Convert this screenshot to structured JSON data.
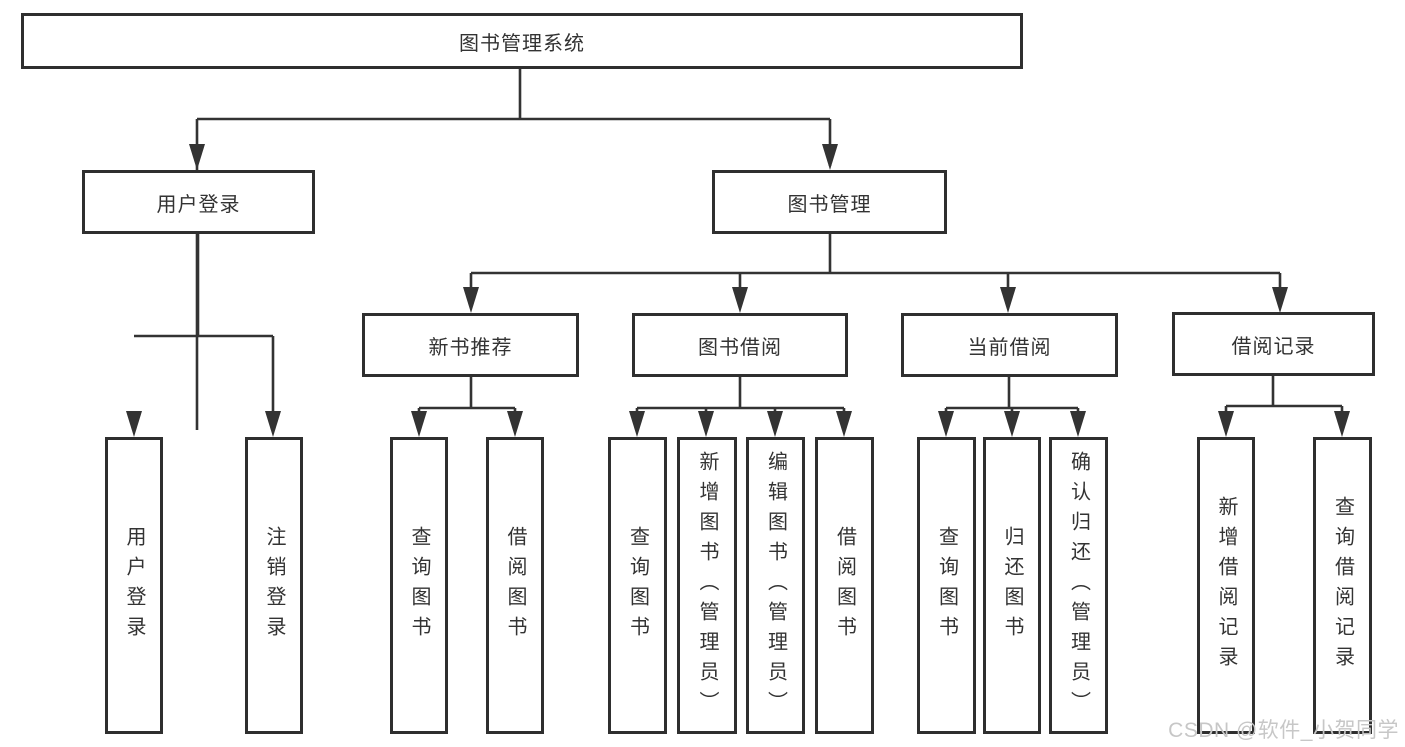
{
  "colors": {
    "line": "#333333",
    "box_border": "#2f2f2f",
    "text": "#333333",
    "watermark": "#c7c7c7",
    "background": "#ffffff"
  },
  "nodes": {
    "root": "图书管理系统",
    "level2": {
      "user_login": "用户登录",
      "book_management": "图书管理"
    },
    "level3": {
      "new_book_recommend": "新书推荐",
      "book_borrow": "图书借阅",
      "current_borrow": "当前借阅",
      "borrow_records": "借阅记录"
    },
    "leaves": {
      "user_login": "用户登录",
      "logout": "注销登录",
      "recommend_query_book": "查询图书",
      "recommend_borrow_book": "借阅图书",
      "borrow_query_book": "查询图书",
      "borrow_add_book": "新增图书（管理员）",
      "borrow_edit_book": "编辑图书（管理员）",
      "borrow_borrow_book": "借阅图书",
      "current_query_book": "查询图书",
      "current_return_book": "归还图书",
      "current_confirm_return": "确认归还（管理员）",
      "records_add_record": "新增借阅记录",
      "records_query_record": "查询借阅记录"
    }
  },
  "watermark": "CSDN @软件_小贺同学"
}
